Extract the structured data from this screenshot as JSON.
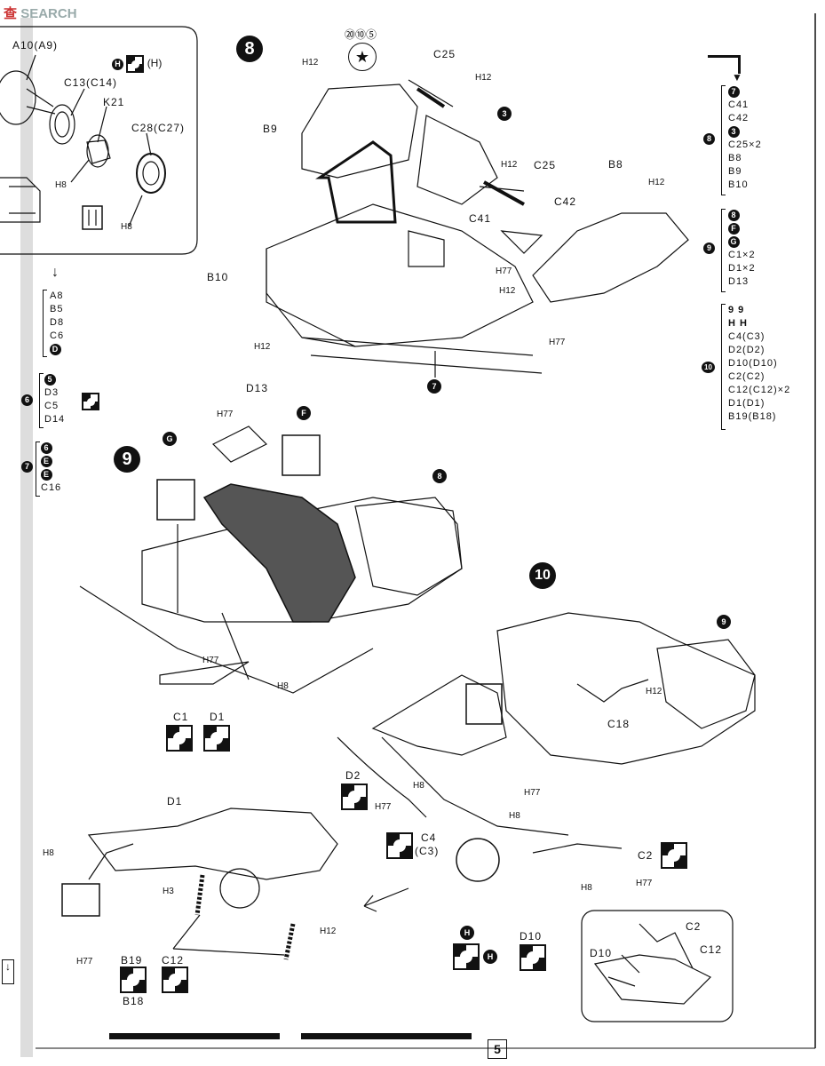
{
  "watermark": {
    "text": "SEARCH",
    "logo_text": "查"
  },
  "page_number": "5",
  "inset_top_left": {
    "labels": [
      "A10(A9)",
      "C13(C14)",
      "K21",
      "C28(C27)"
    ],
    "h_labels": [
      "H8",
      "H8"
    ],
    "paint_ref": {
      "left": "H",
      "right": "(H)"
    }
  },
  "left_lists": {
    "list1": [
      "A8",
      "B5",
      "D8",
      "C6",
      "D"
    ],
    "list6": {
      "step": "6",
      "items": [
        "5",
        "D3",
        "C5",
        "D14"
      ]
    },
    "list7": {
      "step": "7",
      "items": [
        "6",
        "E",
        "E",
        "C16"
      ]
    }
  },
  "step8": {
    "number": "8",
    "labels": {
      "b9": "B9",
      "c25a": "C25",
      "c25b": "C25",
      "b8": "B8",
      "c42": "C42",
      "c41": "C41",
      "b10": "B10",
      "three": "3",
      "seven": "7"
    },
    "h_labels": [
      "H12",
      "H12",
      "H12",
      "H77",
      "H12",
      "H12",
      "H77",
      "H12"
    ],
    "star_refs": "⑳⑩⑤"
  },
  "step9": {
    "number": "9",
    "labels": {
      "g": "G",
      "f": "F",
      "d13": "D13",
      "eight": "8",
      "c1": "C1",
      "d1": "D1"
    },
    "h_labels": [
      "H77",
      "H77",
      "H8"
    ]
  },
  "step10": {
    "number": "10",
    "labels": {
      "nine": "9",
      "c18": "C18",
      "d2": "D2",
      "c4": "C4",
      "c4b": "(C3)",
      "c2": "C2",
      "d10": "D10",
      "h": "H",
      "h2": "H"
    },
    "h_labels": [
      "H12",
      "H8",
      "H77",
      "H77",
      "H8",
      "H8",
      "H77"
    ]
  },
  "bottom_left": {
    "labels": {
      "d1": "D1",
      "b19": "B19",
      "b18": "B18",
      "c12": "C12"
    },
    "h_labels": [
      "H8",
      "H3",
      "H12",
      "H77"
    ]
  },
  "inset_bottom_right": {
    "labels": [
      "C2",
      "D10",
      "C12"
    ]
  },
  "right_lists": {
    "list8": {
      "step": "8",
      "items": [
        "7",
        "C41",
        "C42",
        "3",
        "C25×2",
        "B8",
        "B9",
        "B10"
      ]
    },
    "list9": {
      "step": "9",
      "items": [
        "8",
        "F",
        "G",
        "C1×2",
        "D1×2",
        "D13"
      ]
    },
    "list10": {
      "step": "10",
      "items": [
        "9 9",
        "H H",
        "C4(C3)",
        "D2(D2)",
        "D10(D10)",
        "C2(C2)",
        "C12(C12)×2",
        "D1(D1)",
        "B19(B18)"
      ]
    }
  }
}
